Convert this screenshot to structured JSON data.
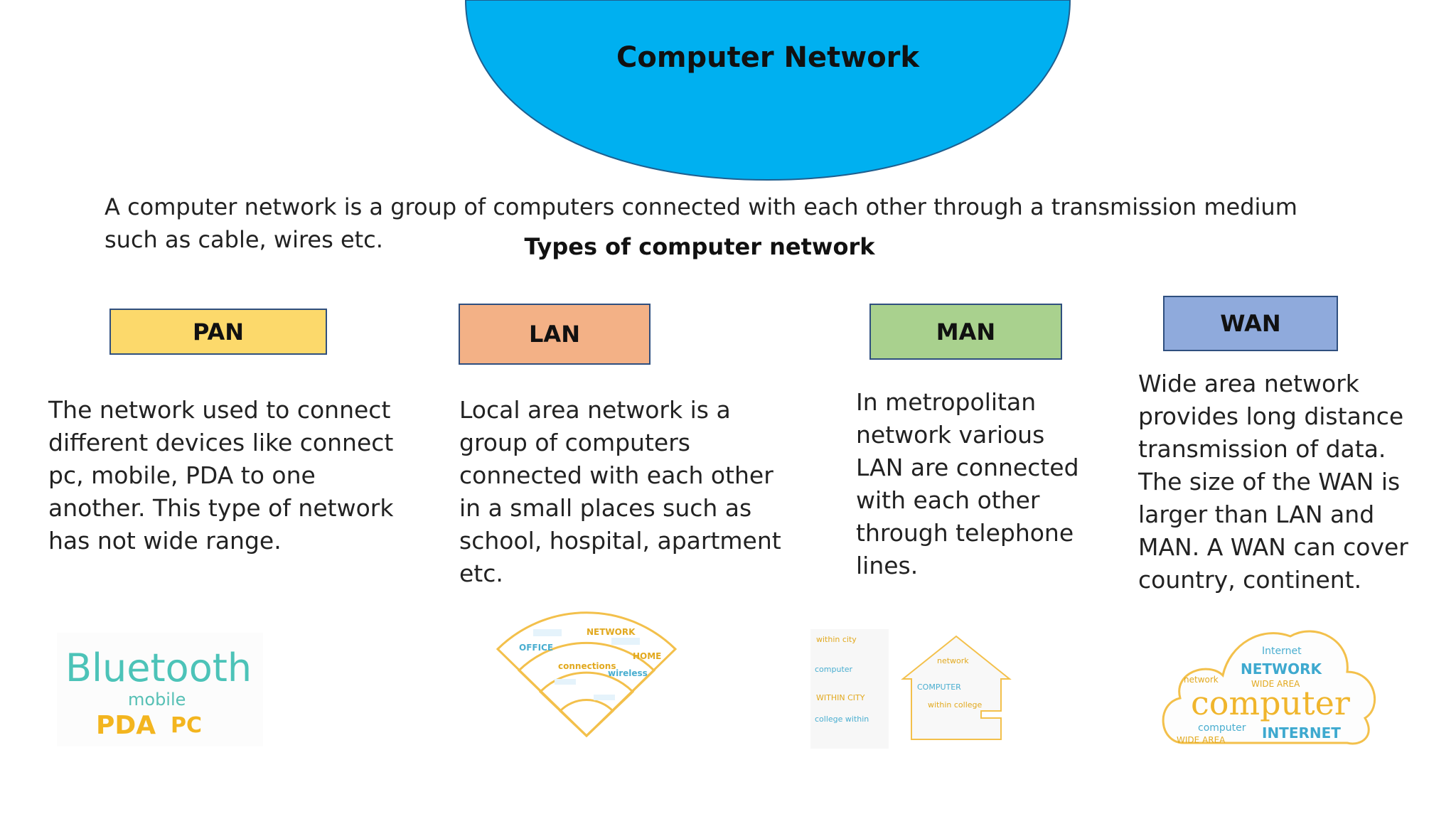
{
  "title": "Computer Network",
  "intro": "A computer network is a group of computers connected with each other through a transmission medium such as cable, wires etc.",
  "types_heading": "Types of computer network",
  "types": [
    {
      "label": "PAN",
      "color": "#fcd96b",
      "description": "The network used to connect different devices like connect pc, mobile, PDA to one another. This type of network has not wide range."
    },
    {
      "label": "LAN",
      "color": "#f3b186",
      "description": "Local area network is a group of computers connected with each other in a small places such as school, hospital, apartment etc."
    },
    {
      "label": "MAN",
      "color": "#a9d18e",
      "description": "In metropolitan network various LAN are connected with each other through telephone lines."
    },
    {
      "label": "WAN",
      "color": "#8faadc",
      "description": "Wide area network provides long distance transmission of data. The size of the WAN is larger than LAN and MAN. A WAN can cover country, continent."
    }
  ],
  "images": {
    "pan": {
      "icon": "bluetooth-word-art",
      "word1": "Bluetooth",
      "word2": "mobile",
      "word3": "PDA",
      "word4": "PC"
    },
    "lan": {
      "icon": "wifi-word-cloud",
      "words": [
        "NETWORK",
        "connections",
        "wireless",
        "HOME",
        "OFFICE"
      ]
    },
    "man": {
      "icon": "city-house-word-cloud",
      "words": [
        "within city",
        "computer",
        "WITHIN CITY",
        "college within",
        "network",
        "COMPUTER",
        "within college"
      ]
    },
    "wan": {
      "icon": "cloud-word-cloud",
      "main": "computer",
      "words": [
        "NETWORK",
        "WIDE AREA",
        "INTERNET",
        "computer",
        "Internet",
        "network",
        "WIDE AREA"
      ]
    }
  },
  "colors": {
    "title_shape": "#00b0f0",
    "title_border": "#1f5f8f",
    "box_border": "#2f4f7f"
  }
}
